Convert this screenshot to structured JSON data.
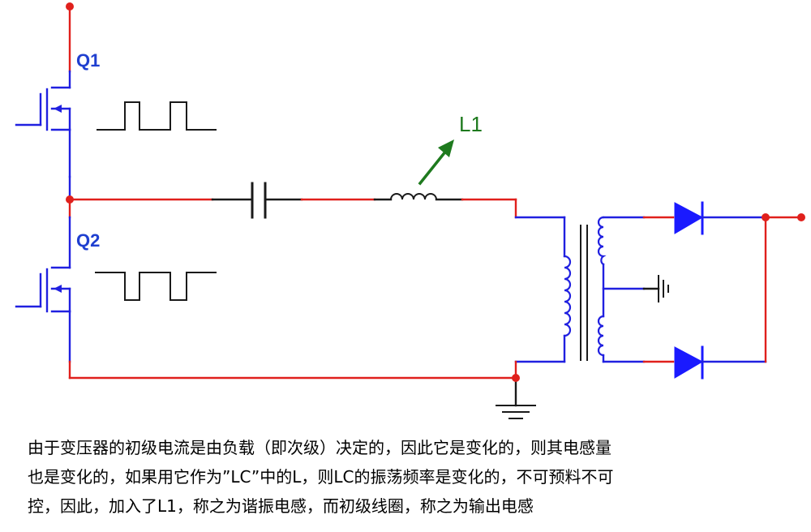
{
  "labels": {
    "q1": "Q1",
    "q2": "Q2",
    "l1": "L1"
  },
  "colors": {
    "wire_red": "#e0201c",
    "wire_blue": "#2020e0",
    "diode_blue": "#1a1aff",
    "arrow_green": "#1e7a1e",
    "text_blue": "#1f3fd0",
    "node_red": "#e0201c"
  },
  "caption": {
    "lines": [
      "由于变压器的初级电流是由负载（即次级）决定的，因此它是变化的，则其电感量",
      "也是变化的，如果用它作为”LC”中的L，则LC的振荡频率是变化的，不可预料不可",
      "控，因此，加入了L1，称之为谐振电感，而初级线圈，称之为输出电感"
    ]
  }
}
